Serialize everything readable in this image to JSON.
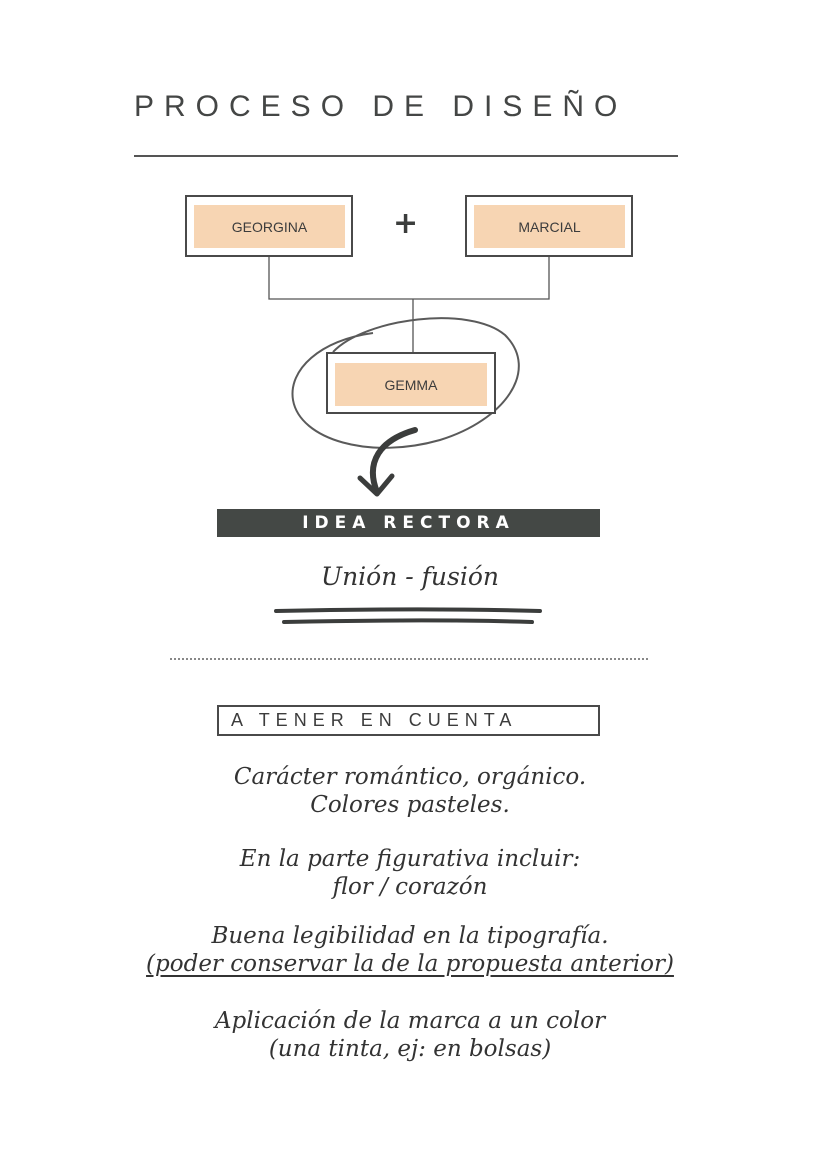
{
  "title": "PROCESO DE DISEÑO",
  "diagram": {
    "parent_left": "GEORGINA",
    "plus": "+",
    "parent_right": "MARCIAL",
    "child": "GEMMA"
  },
  "idea": {
    "heading": "IDEA RECTORA",
    "text": "Unión - fusión"
  },
  "considerations": {
    "heading": "A TENER EN CUENTA",
    "notes": [
      {
        "line1": "Carácter romántico, orgánico.",
        "line2": "Colores pasteles."
      },
      {
        "line1": "En la parte figurativa incluir:",
        "line2": "flor / corazón"
      },
      {
        "line1": "Buena legibilidad en la tipografía.",
        "line2": "(poder conservar la de la propuesta anterior)"
      },
      {
        "line1": "Aplicación de la marca a un color",
        "line2": "(una tinta, ej: en bolsas)"
      }
    ]
  },
  "colors": {
    "accent_fill": "#f7d5b3",
    "dark_bar": "#444845"
  }
}
